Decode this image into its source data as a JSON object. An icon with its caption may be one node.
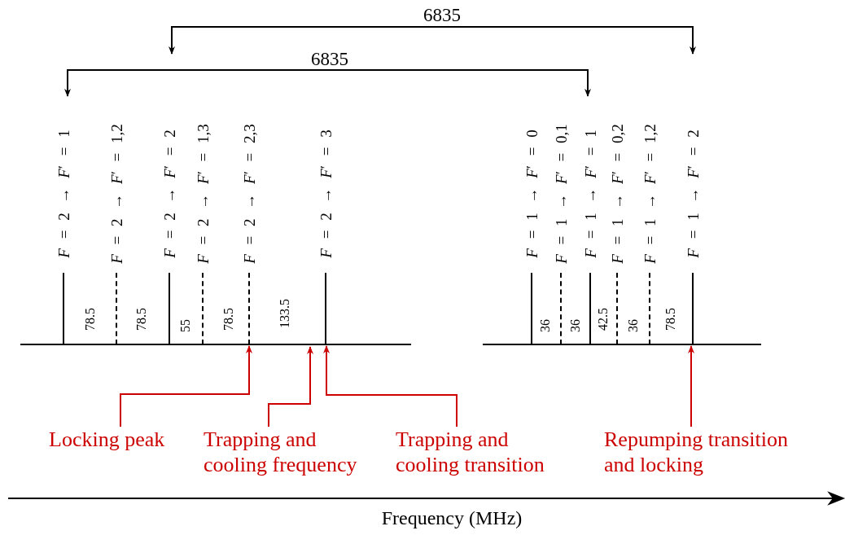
{
  "diagram": {
    "nodes": [
      {
        "text": [
          "*F* = 2 → *F*′ = 1"
        ]
      },
      {
        "text": [
          "*F* = 2 → *F*′ = 1,2"
        ]
      },
      {
        "text": [
          "*F* = 2 → *F*′ = 2"
        ]
      },
      {
        "text": [
          "*F* = 2 → *F*′ = 1,3"
        ]
      },
      {
        "text": [
          "*F* = 2 → *F*′ = 2,3"
        ]
      },
      {
        "text": [
          "*F* = 2 → *F*′ = 3"
        ]
      },
      {
        "text": [
          "*F* = 1 → *F*′ = 0"
        ]
      },
      {
        "text": [
          "*F* = 1 → *F*′ = 0,1"
        ]
      },
      {
        "text": [
          "*F* = 1 → *F*′ = 1"
        ]
      },
      {
        "text": [
          "*F* = 1 → *F*′ = 0,2"
        ]
      },
      {
        "text": [
          "*F* = 1 → *F*′ = 1,2"
        ]
      },
      {
        "text": [
          "*F* = 1 → *F*′ = 2"
        ]
      },
      {
        "text": [
          "Locking peak"
        ]
      },
      {
        "text": [
          "Trapping and cooling frequency"
        ]
      },
      {
        "text": [
          "Trapping and cooling transition"
        ]
      },
      {
        "text": [
          "Repumping transition and locking"
        ]
      },
      {
        "text": [],
        "shape": "bar"
      }
    ],
    "edges": [
      {
        "from": 12,
        "to": 4,
        "arrow": "to"
      },
      {
        "from": 13,
        "to": 16,
        "arrow": "to"
      },
      {
        "from": 14,
        "to": 5,
        "arrow": "to"
      },
      {
        "from": 15,
        "to": 11,
        "arrow": "to"
      }
    ],
    "labels": [
      "6835",
      "6835",
      "78.5",
      "78.5",
      "55",
      "78.5",
      "133.5",
      "36",
      "36",
      "42.5",
      "36",
      "78.5",
      "Frequency (MHz)"
    ]
  }
}
